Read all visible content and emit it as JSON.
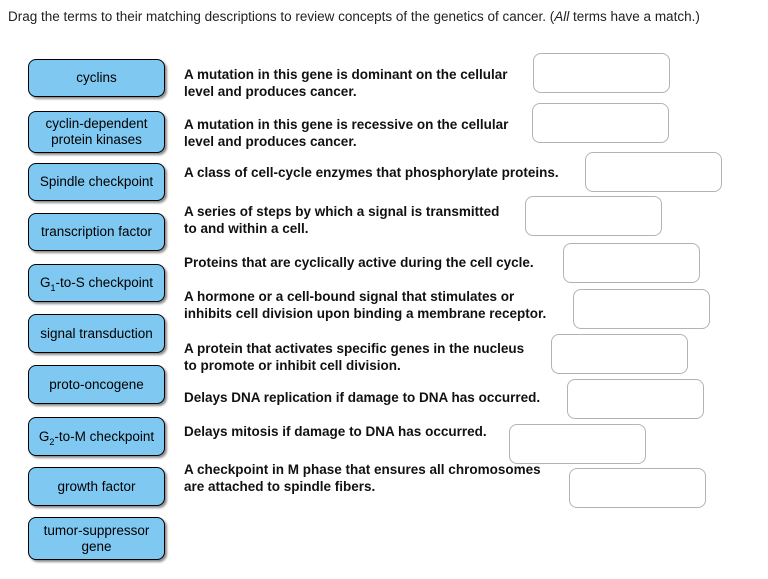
{
  "title": {
    "pre": "Drag the terms to their matching descriptions to review concepts of the genetics of cancer. (",
    "italic": "All",
    "post": " terms have a match.)"
  },
  "terms": [
    {
      "label": "cyclins"
    },
    {
      "label": "cyclin-dependent\nprotein kinases"
    },
    {
      "label": "Spindle checkpoint"
    },
    {
      "label": "transcription factor"
    },
    {
      "pre": "G",
      "sub": "1",
      "post": "-to-S checkpoint"
    },
    {
      "label": "signal transduction"
    },
    {
      "label": "proto-oncogene"
    },
    {
      "pre": "G",
      "sub": "2",
      "post": "-to-M checkpoint"
    },
    {
      "label": "growth factor"
    },
    {
      "label": "tumor-suppressor\ngene"
    }
  ],
  "descriptions": [
    "A mutation in this gene is dominant on the cellular\nlevel and produces cancer.",
    "A mutation in this gene is recessive on the cellular\nlevel and produces cancer.",
    "A class of cell-cycle enzymes that phosphorylate proteins.",
    "A series of steps by which a signal is transmitted\nto and within a cell.",
    "Proteins that are cyclically active during the cell cycle.",
    "A hormone or a cell-bound signal that stimulates or\ninhibits cell division upon binding a membrane receptor.",
    "A protein that activates specific genes in the nucleus\nto promote or inhibit cell division.",
    "Delays DNA replication if damage to DNA has occurred.",
    "Delays mitosis if damage to DNA has occurred.",
    "A checkpoint in M phase that ensures all chromosomes\nare attached to spindle fibers."
  ],
  "colors": {
    "term_fill": "#7ec8f2",
    "term_border": "#000000",
    "term_shadow": "#999999",
    "dropzone_border": "#b3b3b3",
    "text": "#111111"
  }
}
